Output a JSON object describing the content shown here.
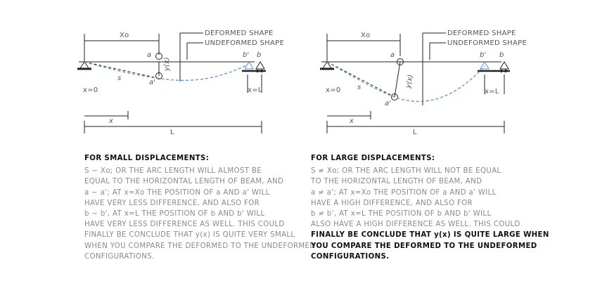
{
  "left": {
    "labels": {
      "deformed": "DEFORMED SHAPE",
      "undeformed": "UNDEFORMED SHAPE",
      "xo": "Xo",
      "a": "a",
      "a_prime": "a'",
      "b_prime": "b'",
      "b": "b",
      "yx": "y(x)",
      "s": "s",
      "x0": "x=0",
      "xL": "x=L",
      "x": "x",
      "L": "L"
    },
    "heading": "FOR SMALL DISPLACEMENTS:",
    "lines": [
      "S ~ Xo; OR THE ARC LENGTH WILL ALMOST BE",
      "EQUAL TO THE HORIZONTAL LENGTH OF BEAM, AND",
      "a ~ a'; AT x=Xo THE POSITION OF a AND a' WILL",
      "HAVE VERY LESS DIFFERENCE, AND ALSO FOR",
      "b ~ b', AT x=L THE POSITION OF b AND b' WILL",
      "HAVE VERY LESS DIFFERENCE AS WELL. THIS COULD",
      "FINALLY BE CONCLUDE THAT y(x) IS QUITE VERY SMALL",
      "WHEN YOU COMPARE THE DEFORMED TO THE UNDEFORMED",
      "CONFIGURATIONS."
    ]
  },
  "right": {
    "labels": {
      "deformed": "DEFORMED SHAPE",
      "undeformed": "UNDEFORMED SHAPE",
      "xo": "Xo",
      "a": "a",
      "a_prime": "a'",
      "b_prime": "b'",
      "b": "b",
      "yx": "y(x)",
      "s": "s",
      "x0": "x=0",
      "xL": "x=L",
      "x": "x",
      "L": "L"
    },
    "heading": "FOR LARGE DISPLACEMENTS:",
    "lines": [
      "S ≠ Xo; OR THE ARC LENGTH WILL NOT BE EQUAL",
      "TO THE HORIZONTAL LENGTH OF BEAM, AND",
      "a ≠ a'; AT x=Xo THE POSITION OF a AND a' WILL",
      "HAVE A HIGH DIFFERENCE, AND ALSO FOR",
      "b ≠ b', AT x=L THE POSITION OF b AND b' WILL",
      "ALSO HAVE A HIGH DIFFERENCE AS WELL. THIS COULD",
      "FINALLY BE CONCLUDE THAT y(x) IS QUITE LARGE WHEN",
      "YOU COMPARE THE DEFORMED TO THE UNDEFORMED",
      "CONFIGURATIONS."
    ]
  },
  "colors": {
    "deformed_curve": "#5b8fd1",
    "line": "#222222",
    "text_grey": "#8a8a8a",
    "text_dark": "#111111"
  }
}
